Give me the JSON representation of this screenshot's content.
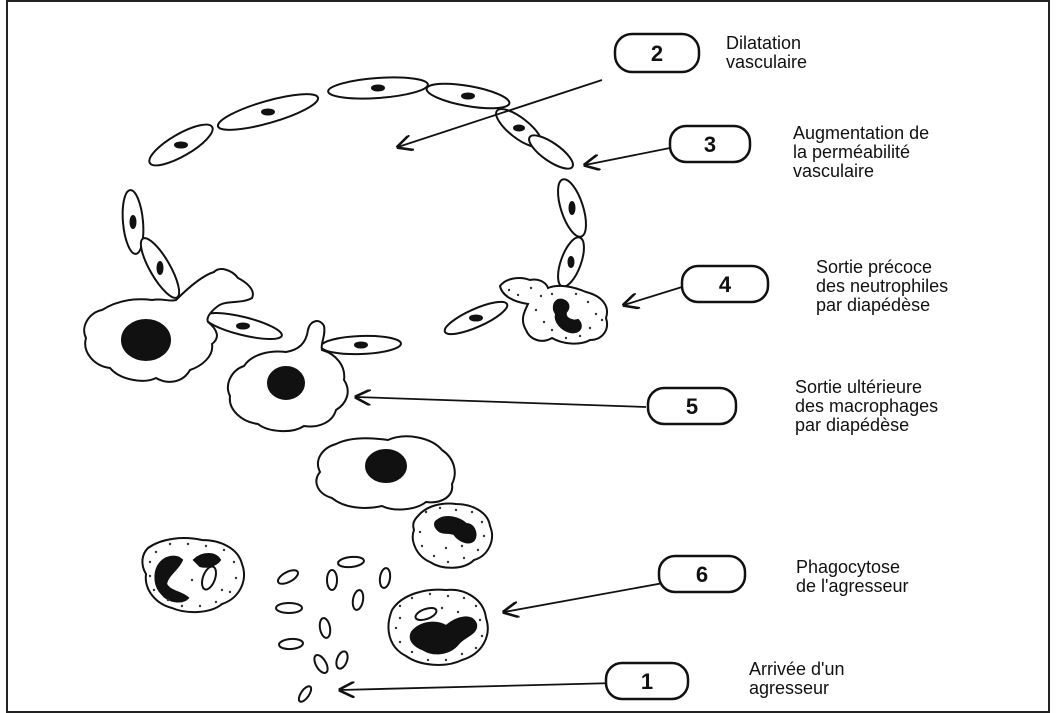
{
  "steps": [
    {
      "number": "2",
      "label": "Dilatation\nvasculaire"
    },
    {
      "number": "3",
      "label": "Augmentation de\nla perméabilité\nvasculaire"
    },
    {
      "number": "4",
      "label": "Sortie précoce\ndes neutrophiles\npar diapédèse"
    },
    {
      "number": "5",
      "label": "Sortie ultérieure\ndes macrophages\npar diapédèse"
    },
    {
      "number": "6",
      "label": "Phagocytose\nde l'agresseur"
    },
    {
      "number": "1",
      "label": "Arrivée d'un\nagresseur"
    }
  ]
}
